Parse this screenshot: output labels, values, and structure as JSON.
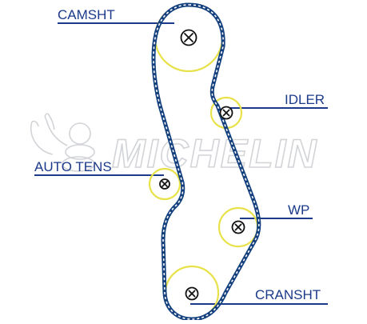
{
  "watermark": {
    "brand": "MICHELIN",
    "logo_icon": "michelin-man-icon"
  },
  "components": {
    "camshaft": {
      "label": "CAMSHT",
      "icon": "hub-cross-icon"
    },
    "idler": {
      "label": "IDLER",
      "icon": "hub-cross-icon"
    },
    "auto_tensioner": {
      "label": "AUTO TENS",
      "icon": "hub-cross-icon"
    },
    "water_pump": {
      "label": "WP",
      "icon": "hub-cross-icon"
    },
    "crankshaft": {
      "label": "CRANSHT",
      "icon": "hub-cross-icon"
    }
  },
  "colors": {
    "belt": "#14407e",
    "belt_dashes": "#ffffff",
    "labels": "#1b3a8a",
    "pulley_outline": "#e8e24a",
    "hub": "#111111",
    "watermark": "#d2d4d8"
  }
}
